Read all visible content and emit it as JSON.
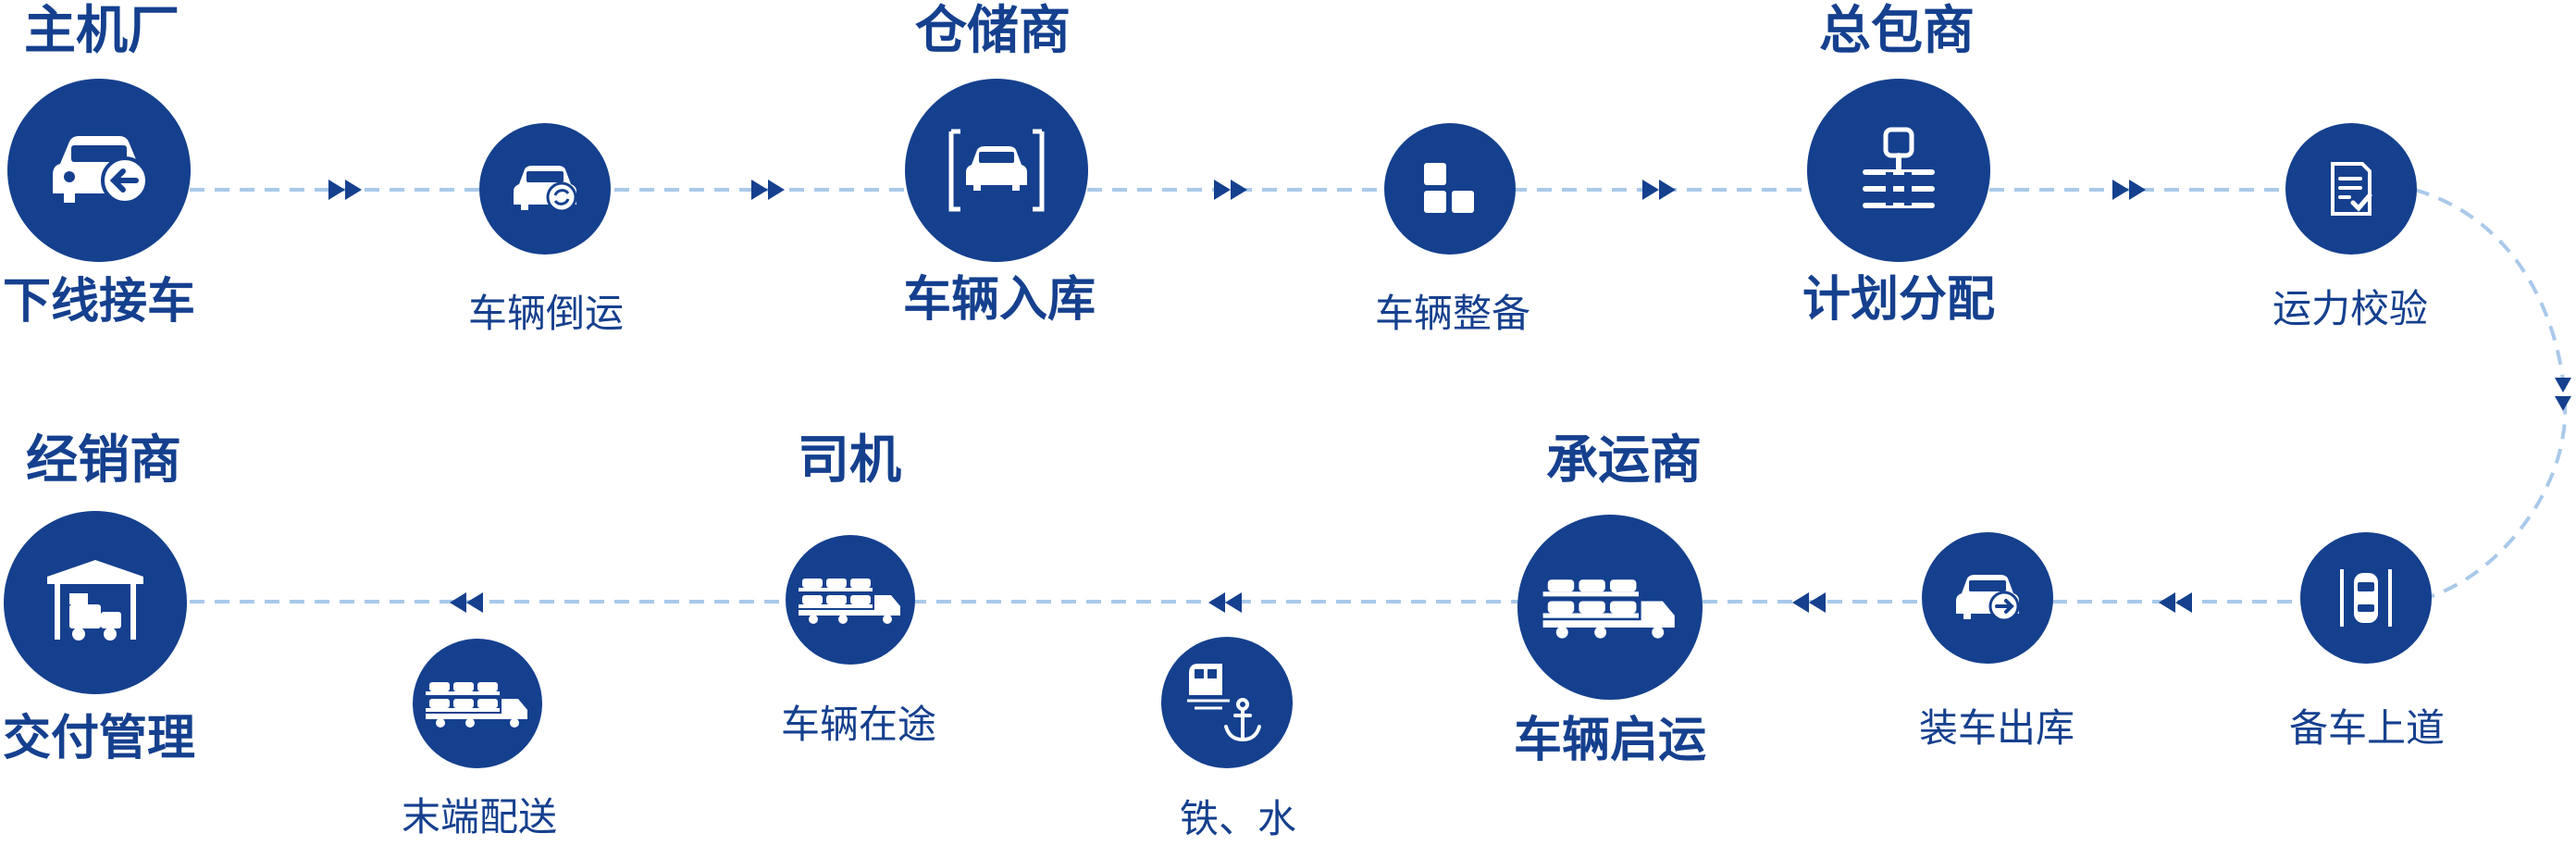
{
  "colors": {
    "primary": "#15408e",
    "connector": "#a9c9ea"
  },
  "roles": {
    "oem": "主机厂",
    "warehouse": "仓储商",
    "contractor": "总包商",
    "dealer": "经销商",
    "driver": "司机",
    "carrier": "承运商"
  },
  "steps": {
    "offline_pickup": "下线接车",
    "transfer": "车辆倒运",
    "inbound": "车辆入库",
    "prep": "车辆整备",
    "plan": "计划分配",
    "capacity_check": "运力校验",
    "ready_lane": "备车上道",
    "loading_out": "装车出库",
    "dispatch": "车辆启运",
    "rail_water": "铁、水",
    "in_transit": "车辆在途",
    "last_mile": "末端配送",
    "delivery": "交付管理"
  },
  "icons": {
    "offline_pickup": "car-arrow-left-icon",
    "transfer": "car-refresh-icon",
    "inbound": "car-in-bay-icon",
    "prep": "blocks-icon",
    "plan": "org-tree-icon",
    "capacity_check": "checklist-icon",
    "ready_lane": "car-lane-icon",
    "loading_out": "car-arrow-right-icon",
    "dispatch": "car-carrier-truck-icon",
    "rail_water": "train-anchor-icon",
    "in_transit": "car-carrier-truck-icon",
    "last_mile": "car-carrier-truck-icon",
    "delivery": "delivery-shelter-icon"
  }
}
